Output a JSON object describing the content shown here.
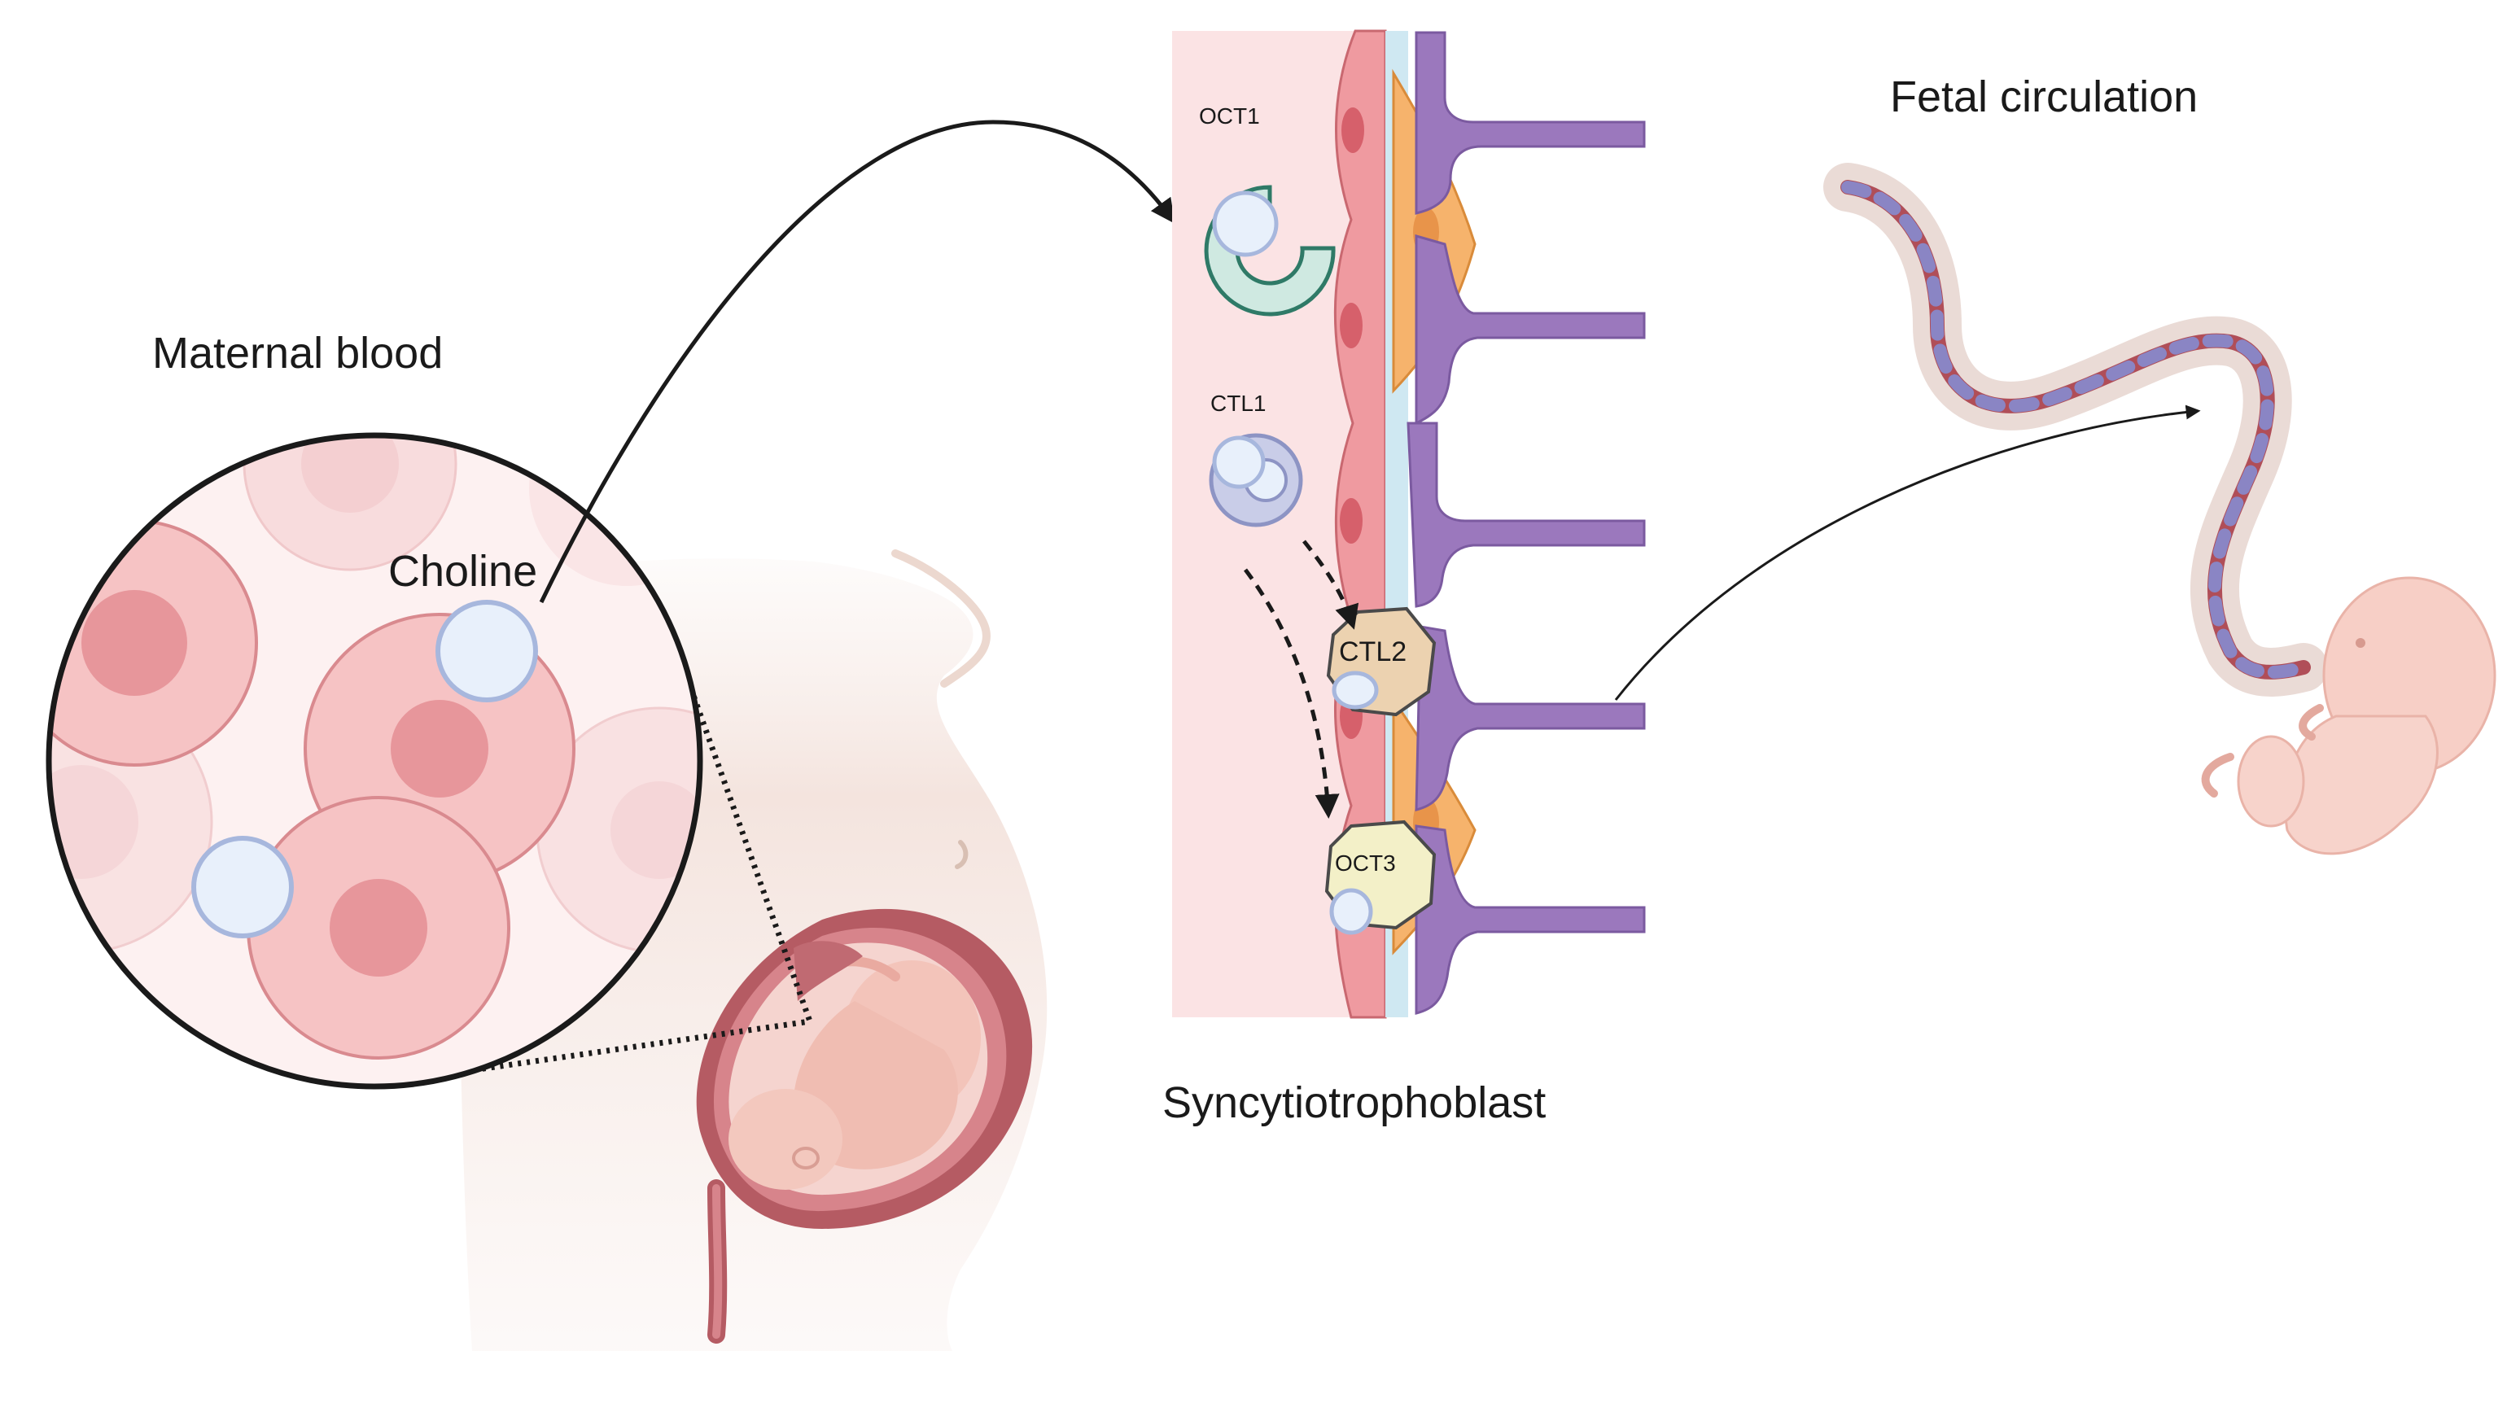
{
  "labels": {
    "maternal_blood": "Maternal blood",
    "choline": "Choline",
    "fetal_circulation": "Fetal circulation",
    "syncytiotrophoblast": "Syncytiotrophoblast"
  },
  "transporters": {
    "oct1": "OCT1",
    "ctl1": "CTL1",
    "ctl2": "CTL2",
    "oct3": "OCT3"
  },
  "colors": {
    "red_cell": "#ef9aa0",
    "red_cell_nucleus": "#dc8088",
    "choline_fill": "#e8f0fb",
    "choline_stroke": "#a7b7dd",
    "purple_vessel": "#9b78bd",
    "orange_cell": "#f6b36c",
    "placenta_bg": "#fbe3e4",
    "oct1_color": "#2f7a67",
    "ctl2_fill": "#ecd2b0",
    "oct3_fill": "#f3f0c8"
  }
}
